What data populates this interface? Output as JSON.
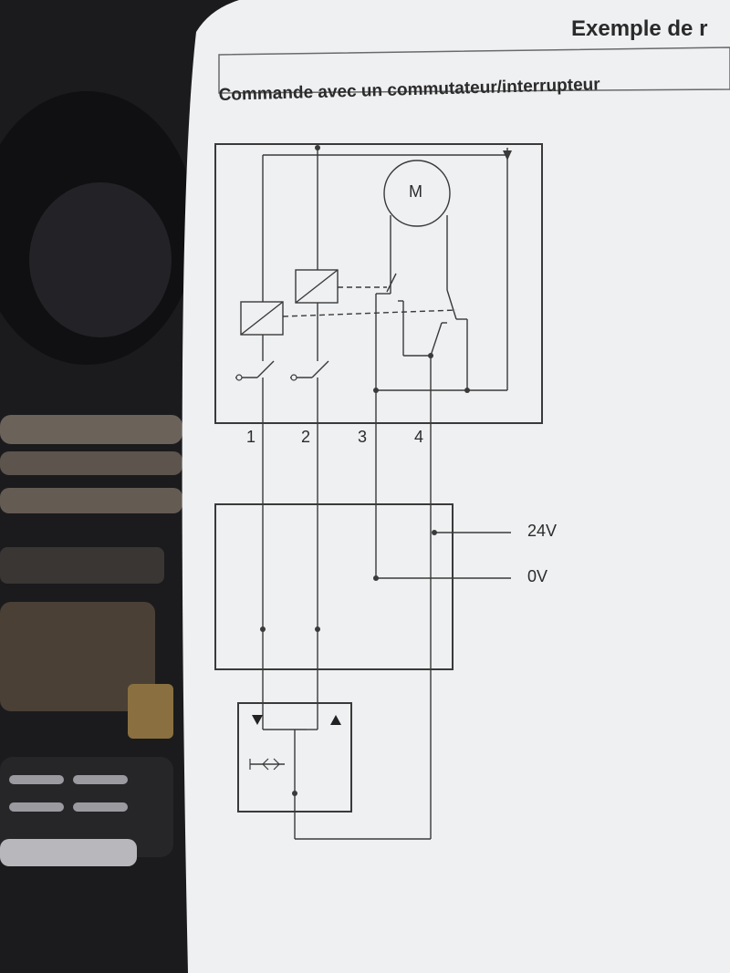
{
  "page": {
    "header": "Exemple de r",
    "section_title": "Commande avec un commutateur/interrupteur"
  },
  "diagram": {
    "motor_label": "M",
    "terminals": [
      "1",
      "2",
      "3",
      "4"
    ],
    "supply": {
      "positive_label": "24V",
      "ground_label": "0V"
    }
  },
  "colors": {
    "paper": "#eef0f2",
    "ink": "#3a3a3a",
    "background": "#1b1b1d"
  }
}
